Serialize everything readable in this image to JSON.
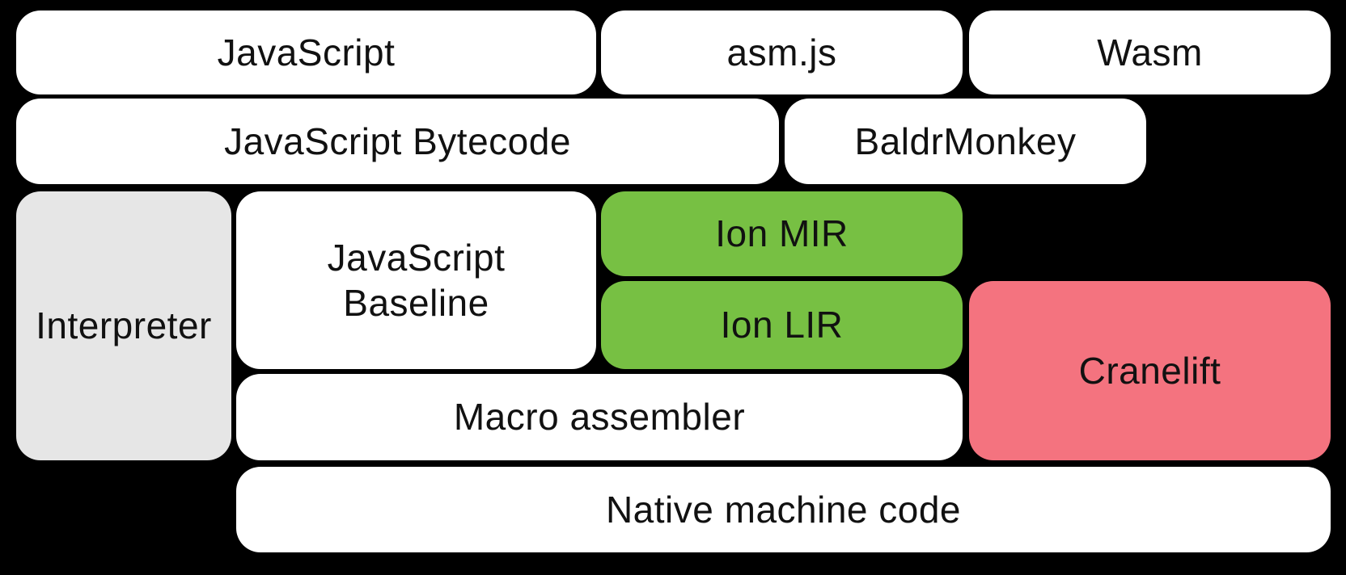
{
  "diagram": {
    "background": "#000000",
    "colors": {
      "default_block": "#ffffff",
      "interpreter_block": "#e6e6e6",
      "ion_block": "#77c043",
      "cranelift_block": "#f4737f",
      "text": "#111111"
    },
    "blocks": {
      "javascript": {
        "label": "JavaScript"
      },
      "asmjs": {
        "label": "asm.js"
      },
      "wasm": {
        "label": "Wasm"
      },
      "bytecode": {
        "label": "JavaScript Bytecode"
      },
      "baldrmonkey": {
        "label": "BaldrMonkey"
      },
      "interpreter": {
        "label": "Interpreter"
      },
      "baseline": {
        "lines": [
          "JavaScript",
          "Baseline"
        ]
      },
      "ion_mir": {
        "label": "Ion MIR"
      },
      "ion_lir": {
        "label": "Ion LIR"
      },
      "cranelift": {
        "label": "Cranelift"
      },
      "macro_assembler": {
        "label": "Macro assembler"
      },
      "native": {
        "label": "Native machine code"
      }
    }
  }
}
